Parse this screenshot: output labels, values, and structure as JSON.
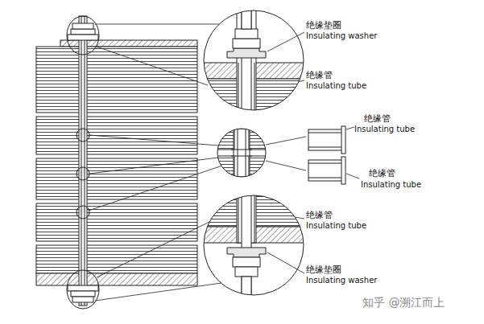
{
  "diagram": {
    "labels": [
      "绝缘垫圈",
      "Insulating washer",
      "绝缘管",
      "Insulating tube",
      "绝缘管",
      "Insulating tube",
      "绝缘管",
      "Insulating tube",
      "绝缘管",
      "Insulating tube",
      "绝缘垫圈",
      "Insulating washer",
      "知乎 @溯江而上"
    ]
  }
}
